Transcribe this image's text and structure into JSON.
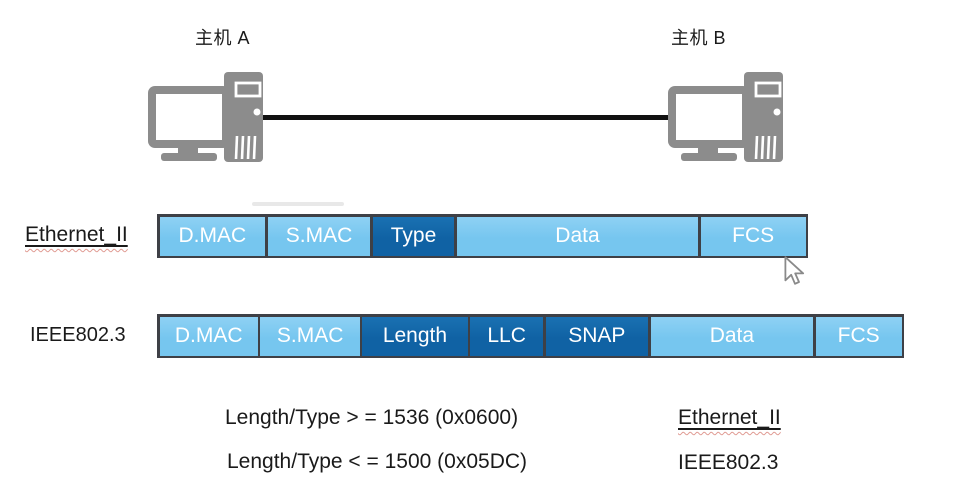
{
  "hosts": {
    "host_a_label": "主机 A",
    "host_b_label": "主机 B"
  },
  "frames": [
    {
      "label": "Ethernet_II",
      "fields": [
        {
          "label": "D.MAC",
          "tone": "light",
          "flex": 108
        },
        {
          "label": "S.MAC",
          "tone": "light",
          "flex": 105
        },
        {
          "label": "Type",
          "tone": "dark",
          "flex": 83
        },
        {
          "label": "Data",
          "tone": "light",
          "flex": 247
        },
        {
          "label": "FCS",
          "tone": "light",
          "flex": 107
        }
      ]
    },
    {
      "label": "IEEE802.3",
      "fields": [
        {
          "label": "D.MAC",
          "tone": "light",
          "flex": 101
        },
        {
          "label": "S.MAC",
          "tone": "light",
          "flex": 102
        },
        {
          "label": "Length",
          "tone": "dark",
          "flex": 108
        },
        {
          "label": "LLC",
          "tone": "dark",
          "flex": 75
        },
        {
          "label": "SNAP",
          "tone": "dark",
          "flex": 105
        },
        {
          "label": "Data",
          "tone": "light",
          "flex": 167
        },
        {
          "label": "FCS",
          "tone": "light",
          "flex": 88
        }
      ]
    }
  ],
  "notes": [
    {
      "condition": "Length/Type > = 1536 (0x0600)",
      "result": "Ethernet_II"
    },
    {
      "condition": "Length/Type < = 1500 (0x05DC)",
      "result": "IEEE802.3"
    }
  ],
  "colors": {
    "field_light_blue": "#76C6EF",
    "field_dark_blue": "#1062A4",
    "field_border": "#3E4046",
    "computer_gray": "#8C8C8C",
    "cable_black": "#111111",
    "spellcheck_red": "#E09A92",
    "text_black": "#1A1A1A"
  }
}
